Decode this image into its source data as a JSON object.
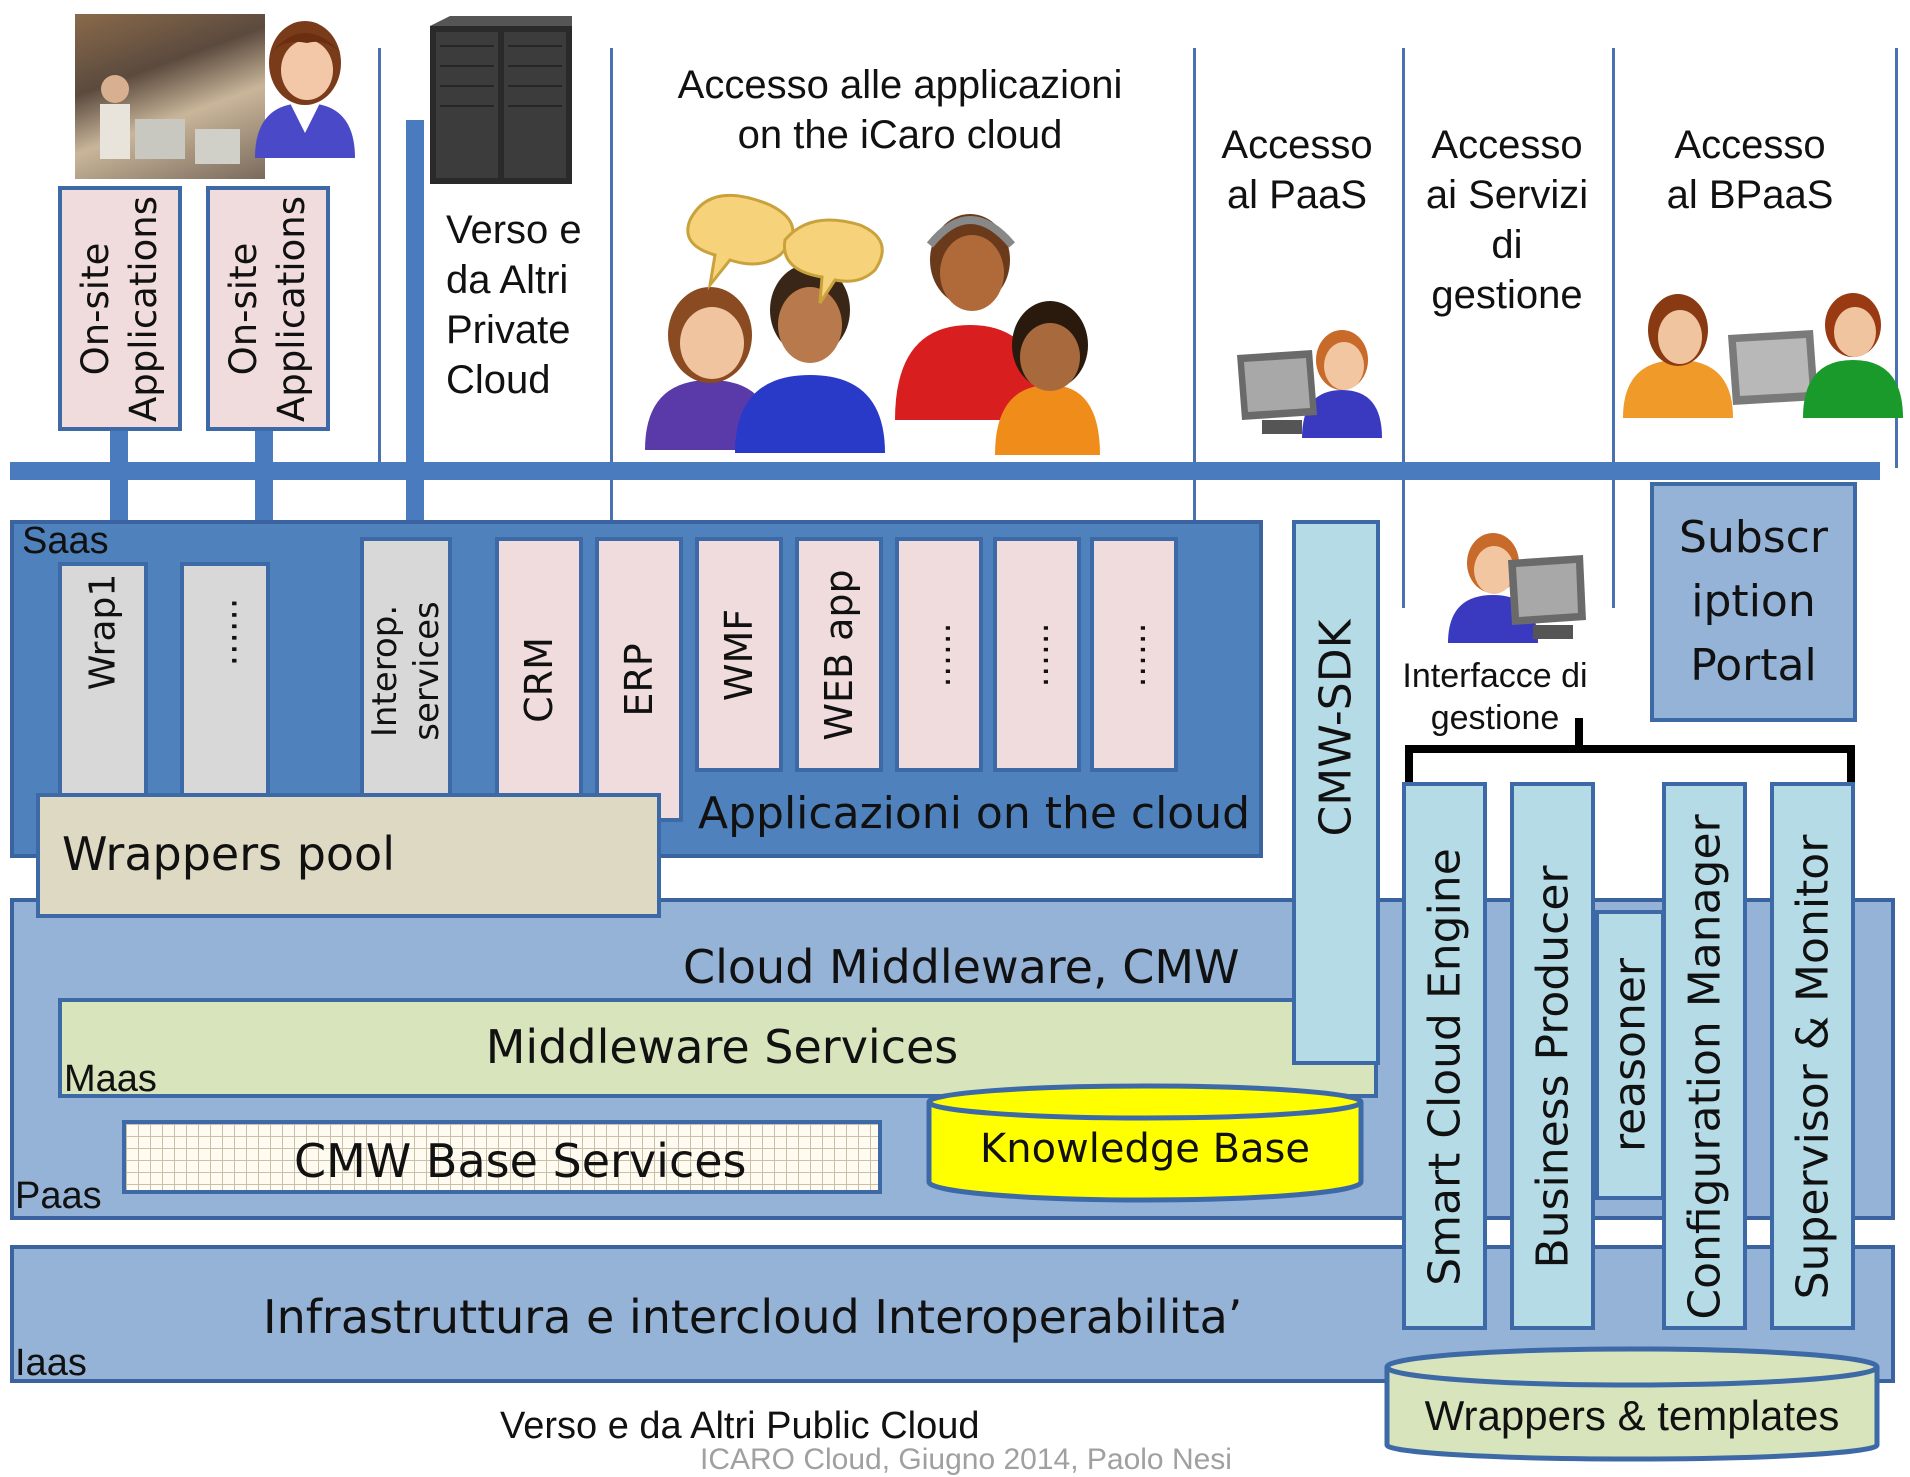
{
  "header": {
    "icaro_access": "Accesso alle applicazioni on the iCaro cloud",
    "private_cloud": "Verso e da Altri Private Cloud",
    "paas_access": "Accesso al PaaS",
    "servizi_access": "Accesso ai Servizi di gestione",
    "bpaas_access": "Accesso al BPaaS",
    "onsite_apps": [
      "On-site Applications",
      "On-site Applications"
    ]
  },
  "saas": {
    "label": "Saas",
    "wrappers": [
      "Wrap1",
      "......"
    ],
    "interop": "Interop. services",
    "apps": [
      "CRM",
      "ERP",
      "WMF",
      "WEB app",
      "......",
      "......",
      "......"
    ],
    "apps_title": "Applicazioni on the cloud",
    "wrappers_pool": "Wrappers pool"
  },
  "cmw_sdk": "CMW-SDK",
  "subscription_portal": "Subscription Portal",
  "interfacce": "Interfacce di gestione",
  "paas": {
    "label": "Paas",
    "cmw_title": "Cloud Middleware, CMW",
    "maas_label": "Maas",
    "middleware_services": "Middleware Services",
    "base_services": "CMW Base Services",
    "knowledge_base": "Knowledge Base"
  },
  "iaas": {
    "label": "Iaas",
    "title": "Infrastruttura e intercloud Interoperabilita’"
  },
  "engines": [
    "Smart Cloud Engine",
    "Business Producer",
    "reasoner",
    "Configuration Manager",
    "Supervisor & Monitor"
  ],
  "wrappers_templates": "Wrappers & templates",
  "footer": {
    "public_cloud": "Verso e da Altri Public Cloud",
    "credit": "ICARO Cloud, Giugno 2014, Paolo Nesi"
  },
  "colors": {
    "bus": "#4a7bbf",
    "saas_bg": "#4f81bd",
    "paas_bg": "#95b3d7",
    "pink": "#f0dcdc",
    "grey": "#d8d8d8",
    "cyan": "#b5dce6",
    "cream": "#ddd9c3",
    "green_light": "#d7e4bc",
    "yellow": "#ffff00"
  }
}
